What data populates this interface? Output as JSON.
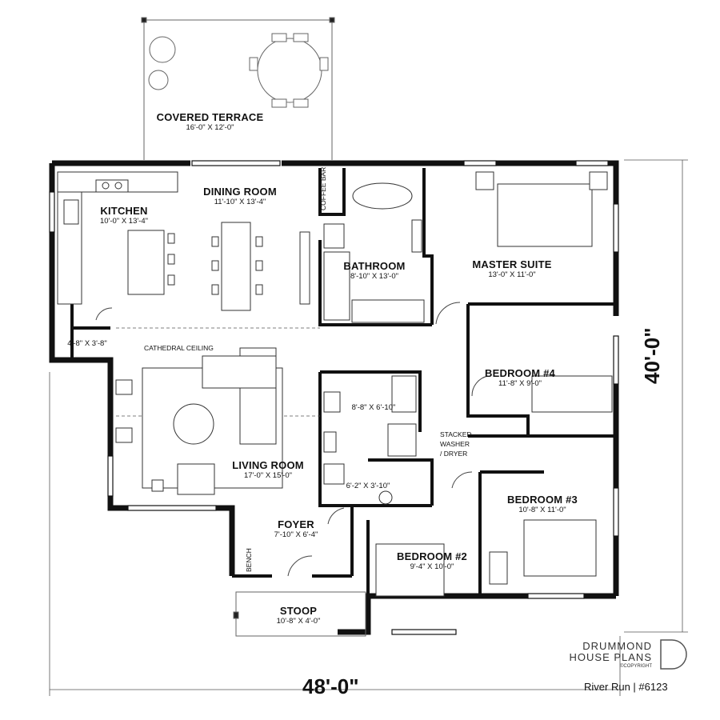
{
  "rooms": {
    "covered_terrace": {
      "name": "COVERED TERRACE",
      "dims": "16'-0\" X 12'-0\""
    },
    "kitchen": {
      "name": "KITCHEN",
      "dims": "10'-0\" X 13'-4\""
    },
    "dining_room": {
      "name": "DINING ROOM",
      "dims": "11'-10\" X 13'-4\""
    },
    "bathroom": {
      "name": "BATHROOM",
      "dims": "8'-10\" X 13'-0\""
    },
    "master_suite": {
      "name": "MASTER SUITE",
      "dims": "13'-0\" X 11'-0\""
    },
    "bedroom_4": {
      "name": "BEDROOM #4",
      "dims": "11'-8\" X 9'-0\""
    },
    "living_room": {
      "name": "LIVING ROOM",
      "dims": "17'-0\" X 15'-0\""
    },
    "bedroom_3": {
      "name": "BEDROOM #3",
      "dims": "10'-8\" X 11'-0\""
    },
    "foyer": {
      "name": "FOYER",
      "dims": "7'-10\" X 6'-4\""
    },
    "bedroom_2": {
      "name": "BEDROOM #2",
      "dims": "9'-4\" X 10'-0\""
    },
    "stoop": {
      "name": "STOOP",
      "dims": "10'-8\" X 4'-0\""
    },
    "pantry": {
      "dims": "4'-8\" X 3'-8\""
    },
    "shower_bath": {
      "dims": "8'-8\" X 6'-10\""
    },
    "powder_room": {
      "dims": "6'-2\" X 3'-10\""
    }
  },
  "annotations": {
    "coffee_bar": "COFFEE BAR",
    "cathedral_ceiling": "CATHEDRAL CEILING",
    "stacked_washer": "STACKED\nWASHER\n/ DRYER",
    "bench": "BENCH"
  },
  "dimensions": {
    "width": "48'-0\"",
    "depth": "40'-0\""
  },
  "branding": {
    "line1": "DRUMMOND",
    "line2": "HOUSE PLANS",
    "copyright": "©COPYRIGHT",
    "project": "River Run | #6123"
  }
}
